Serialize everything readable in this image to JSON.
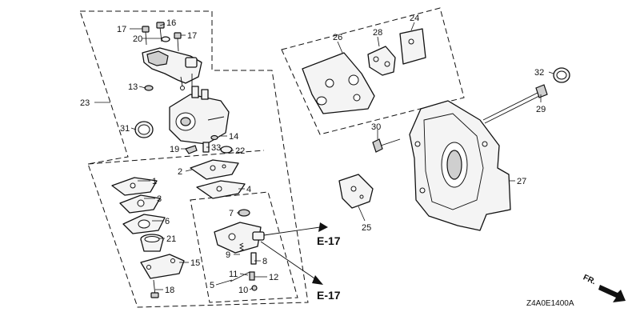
{
  "diagram": {
    "part_numbers": [
      "1",
      "2",
      "3",
      "4",
      "5",
      "6",
      "7",
      "8",
      "9",
      "10",
      "11",
      "12",
      "13",
      "14",
      "15",
      "16",
      "17",
      "17",
      "18",
      "19",
      "20",
      "21",
      "22",
      "23",
      "24",
      "25",
      "26",
      "27",
      "28",
      "29",
      "30",
      "31",
      "32",
      "33"
    ],
    "references": [
      "E-17",
      "E-17"
    ],
    "direction_marker": "FR.",
    "drawing_code": "Z4A0E1400A"
  }
}
